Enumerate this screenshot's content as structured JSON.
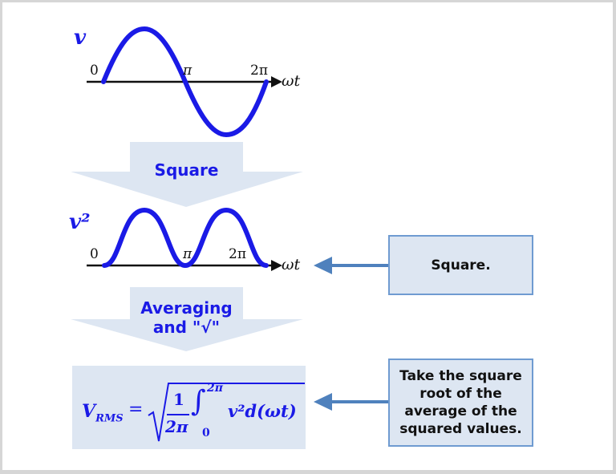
{
  "diagram": {
    "top_graph": {
      "variable": "v",
      "tick_0": "0",
      "tick_pi": "π",
      "tick_2pi": "2π",
      "axis_label": "ωt"
    },
    "step1_arrow": {
      "label": "Square"
    },
    "middle_graph": {
      "variable": "v²",
      "tick_0": "0",
      "tick_pi": "π",
      "tick_2pi": "2π",
      "axis_label": "ωt"
    },
    "step2_arrow": {
      "line1": "Averaging",
      "line2": "and \"√\""
    },
    "formula": {
      "lhs": "V",
      "lhs_sub": "RMS",
      "equals": "=",
      "frac_num": "1",
      "frac_den": "2π",
      "int_upper": "2π",
      "int_lower": "0",
      "integrand": "v²d(ωt)"
    },
    "notes": {
      "square_note": "Square.",
      "root_note": "Take the square root of the average of the squared values."
    },
    "colors": {
      "curve": "#1a1ae6",
      "arrow_fill": "#dde6f2",
      "note_border": "#6f9bd1",
      "pointer": "#4f81bd"
    }
  }
}
